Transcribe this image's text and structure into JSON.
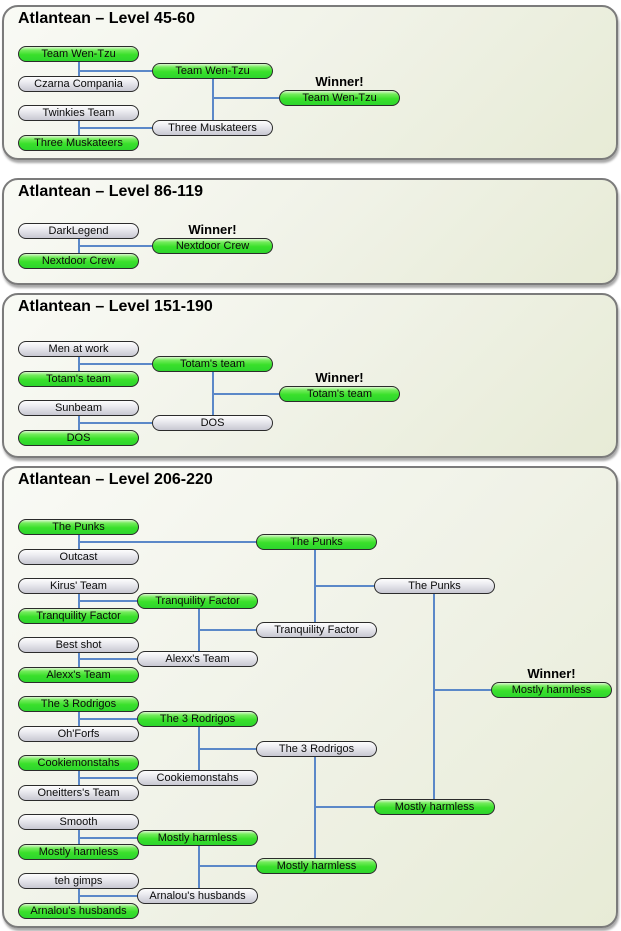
{
  "colors": {
    "advance_green": "#35dc2b",
    "eliminated_gray": "#d2d2da",
    "connector_blue": "#5b88c8",
    "panel_background": "#eff1e4"
  },
  "panels": [
    {
      "title": "Atlantean – Level 45-60",
      "winner_heading": "Winner!",
      "pills": [
        {
          "label": "Team Wen-Tzu",
          "state": "advance"
        },
        {
          "label": "Czarna Compania",
          "state": "eliminated"
        },
        {
          "label": "Twinkies Team",
          "state": "eliminated"
        },
        {
          "label": "Three Muskateers",
          "state": "advance"
        },
        {
          "label": "Team Wen-Tzu",
          "state": "advance"
        },
        {
          "label": "Three Muskateers",
          "state": "eliminated"
        },
        {
          "label": "Team Wen-Tzu",
          "state": "advance"
        }
      ]
    },
    {
      "title": "Atlantean – Level 86-119",
      "winner_heading": "Winner!",
      "pills": [
        {
          "label": "DarkLegend",
          "state": "eliminated"
        },
        {
          "label": "Nextdoor Crew",
          "state": "advance"
        },
        {
          "label": "Nextdoor Crew",
          "state": "advance"
        }
      ]
    },
    {
      "title": "Atlantean – Level 151-190",
      "winner_heading": "Winner!",
      "pills": [
        {
          "label": "Men at work",
          "state": "eliminated"
        },
        {
          "label": "Totam's team",
          "state": "advance"
        },
        {
          "label": "Sunbeam",
          "state": "eliminated"
        },
        {
          "label": "DOS",
          "state": "advance"
        },
        {
          "label": "Totam's team",
          "state": "advance"
        },
        {
          "label": "DOS",
          "state": "eliminated"
        },
        {
          "label": "Totam's team",
          "state": "advance"
        }
      ]
    },
    {
      "title": "Atlantean – Level 206-220",
      "winner_heading": "Winner!",
      "pills": [
        {
          "label": "The Punks",
          "state": "advance"
        },
        {
          "label": "Outcast",
          "state": "eliminated"
        },
        {
          "label": "Kirus' Team",
          "state": "eliminated"
        },
        {
          "label": "Tranquility Factor",
          "state": "advance"
        },
        {
          "label": "Best shot",
          "state": "eliminated"
        },
        {
          "label": "Alexx's Team",
          "state": "advance"
        },
        {
          "label": "The 3 Rodrigos",
          "state": "advance"
        },
        {
          "label": "Oh'Forfs",
          "state": "eliminated"
        },
        {
          "label": "Cookiemonstahs",
          "state": "advance"
        },
        {
          "label": "Oneitters's Team",
          "state": "eliminated"
        },
        {
          "label": "Smooth",
          "state": "eliminated"
        },
        {
          "label": "Mostly harmless",
          "state": "advance"
        },
        {
          "label": "teh gimps",
          "state": "eliminated"
        },
        {
          "label": "Arnalou's husbands",
          "state": "advance"
        },
        {
          "label": "Tranquility Factor",
          "state": "advance"
        },
        {
          "label": "Alexx's Team",
          "state": "eliminated"
        },
        {
          "label": "The 3 Rodrigos",
          "state": "advance"
        },
        {
          "label": "Cookiemonstahs",
          "state": "eliminated"
        },
        {
          "label": "Mostly harmless",
          "state": "advance"
        },
        {
          "label": "Arnalou's husbands",
          "state": "eliminated"
        },
        {
          "label": "The Punks",
          "state": "advance"
        },
        {
          "label": "Tranquility Factor",
          "state": "eliminated"
        },
        {
          "label": "The 3 Rodrigos",
          "state": "eliminated"
        },
        {
          "label": "Mostly harmless",
          "state": "advance"
        },
        {
          "label": "The Punks",
          "state": "eliminated"
        },
        {
          "label": "Mostly harmless",
          "state": "advance"
        },
        {
          "label": "Mostly harmless",
          "state": "advance"
        }
      ]
    }
  ]
}
